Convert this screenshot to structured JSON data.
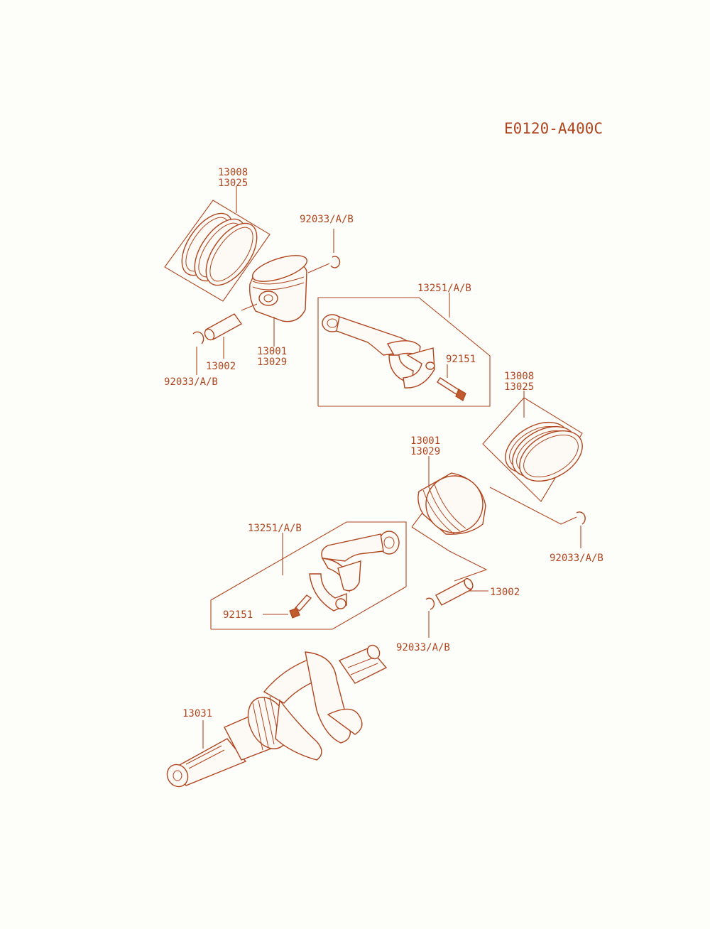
{
  "diagram_code": "E0120-A400C",
  "callouts": {
    "rings_top": [
      "13008",
      "13025"
    ],
    "circlip_top_right": "92033/A/B",
    "conrod_top": "13251/A/B",
    "piston_top": [
      "13001",
      "13029"
    ],
    "pin_top": "13002",
    "circlip_top_left": "92033/A/B",
    "bolt_top": "92151",
    "rings_mid": [
      "13008",
      "13025"
    ],
    "piston_mid": [
      "13001",
      "13029"
    ],
    "circlip_mid_right": "92033/A/B",
    "conrod_bottom": "13251/A/B",
    "pin_mid": "13002",
    "bolt_bottom": "92151",
    "circlip_mid_bottom": "92033/A/B",
    "crankshaft": "13031"
  },
  "colors": {
    "ink": "#b0451e",
    "paper": "#fdfdf9"
  }
}
